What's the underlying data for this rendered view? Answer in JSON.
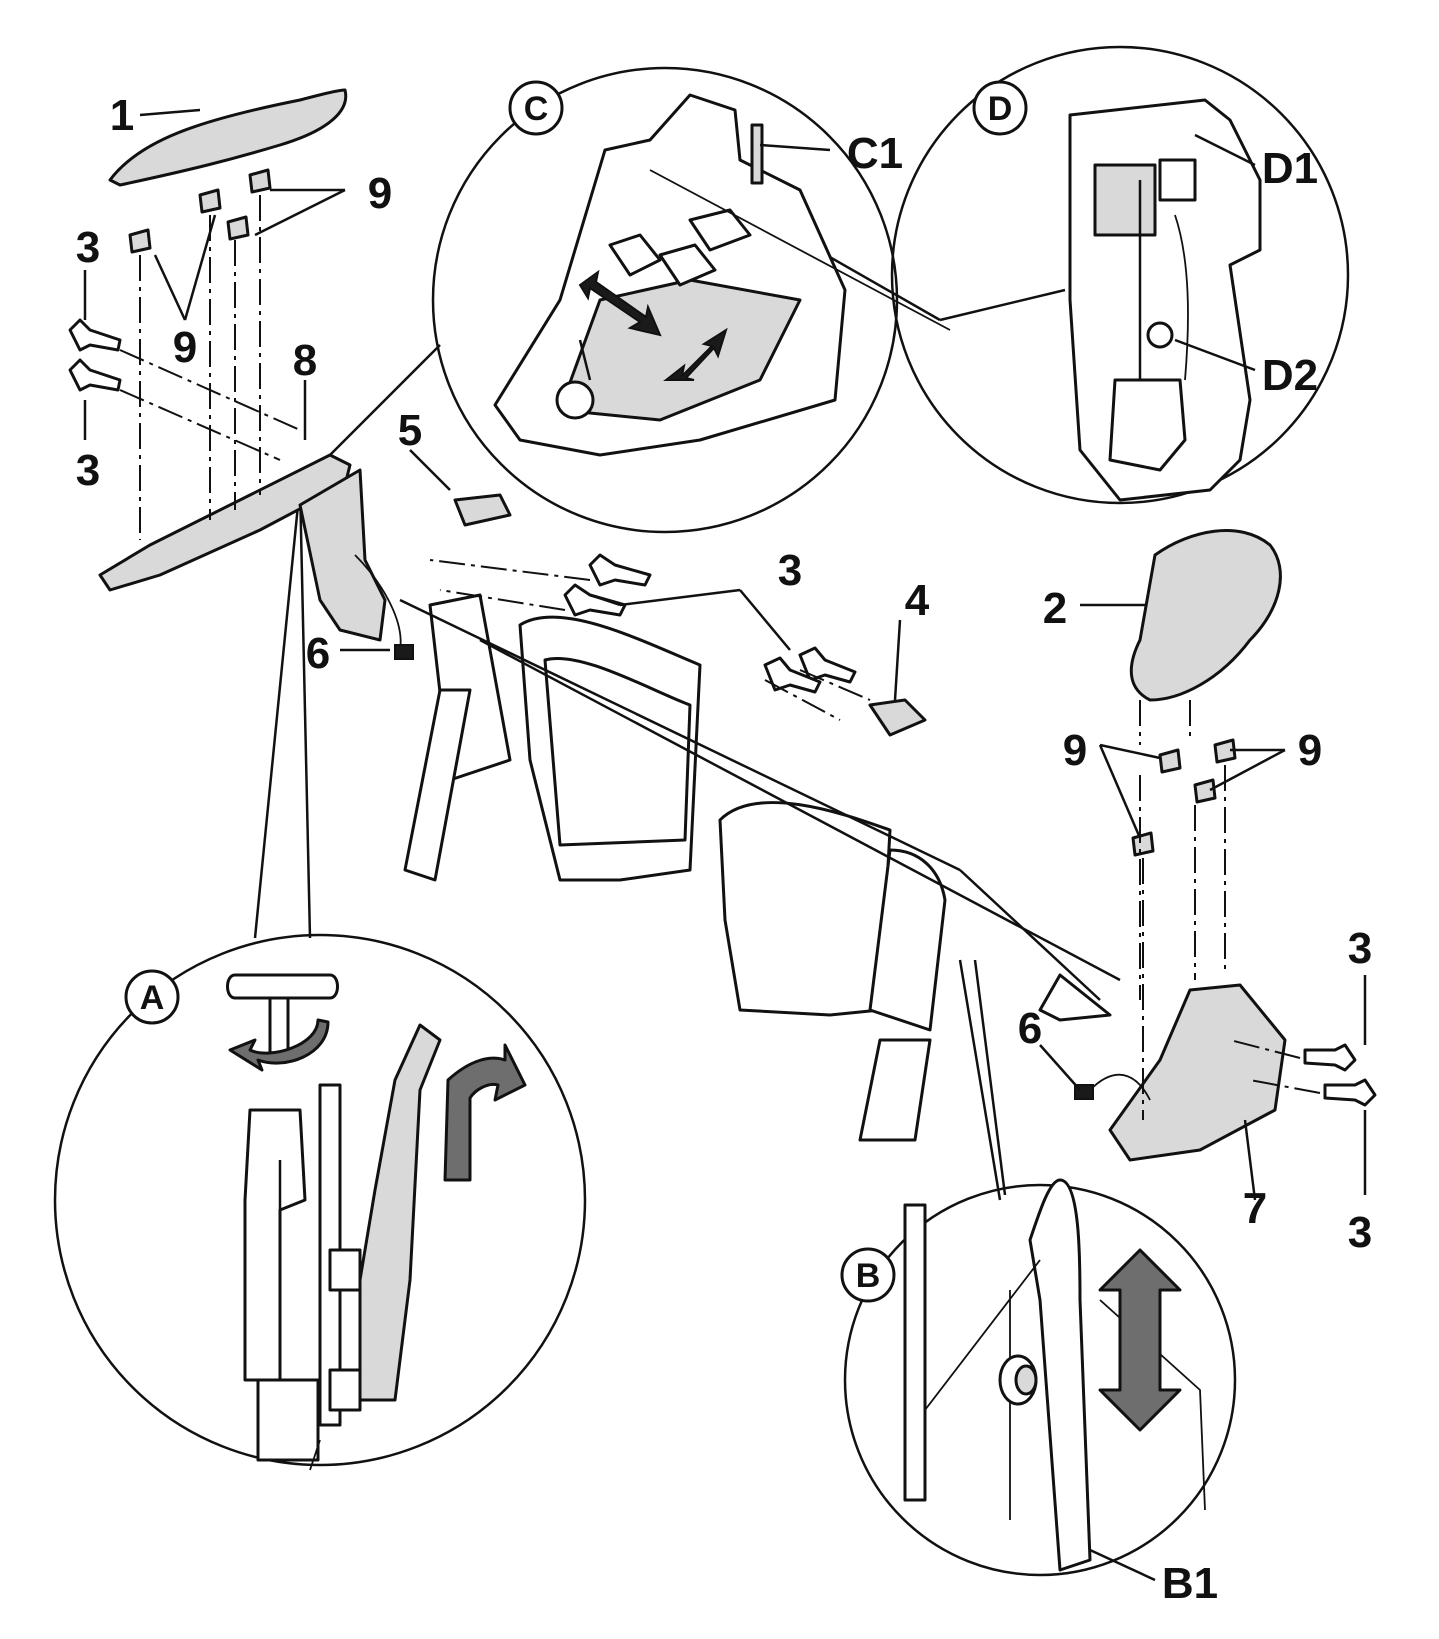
{
  "callouts": {
    "c1": "1",
    "c2": "2",
    "c3a": "3",
    "c3b": "3",
    "c3c": "3",
    "c3d": "3",
    "c3e": "3",
    "c4": "4",
    "c5": "5",
    "c6a": "6",
    "c6b": "6",
    "c7": "7",
    "c8": "8",
    "c9a": "9",
    "c9b": "9",
    "c9c": "9",
    "c9d": "9",
    "cC1": "C1",
    "cD1": "D1",
    "cD2": "D2",
    "cB1": "B1"
  },
  "detail_tags": {
    "A": "A",
    "B": "B",
    "C": "C",
    "D": "D"
  },
  "colors": {
    "ink": "#111111",
    "panel_grey": "#d9d9d9",
    "arrow_dark": "#4a4a4a"
  }
}
